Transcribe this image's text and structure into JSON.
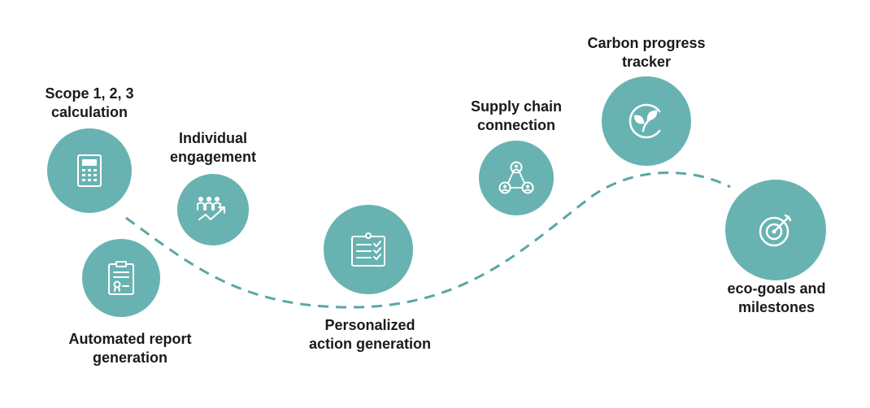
{
  "colors": {
    "circle_fill": "#68b3b2",
    "path_stroke": "#5aa6a5",
    "icon_stroke": "#ffffff",
    "label_text": "#1a1a1a",
    "background": "#ffffff"
  },
  "steps": [
    {
      "label": "Scope 1, 2, 3\ncalculation",
      "icon": "calculator-icon"
    },
    {
      "label": "Individual\nengagement",
      "icon": "team-growth-icon"
    },
    {
      "label": "Automated report\ngeneration",
      "icon": "clipboard-report-icon"
    },
    {
      "label": "Personalized\naction generation",
      "icon": "checklist-icon"
    },
    {
      "label": "Supply chain\nconnection",
      "icon": "network-people-icon"
    },
    {
      "label": "Carbon progress\ntracker",
      "icon": "leaf-cycle-icon"
    },
    {
      "label": "eco-goals and\nmilestones",
      "icon": "target-icon"
    }
  ]
}
